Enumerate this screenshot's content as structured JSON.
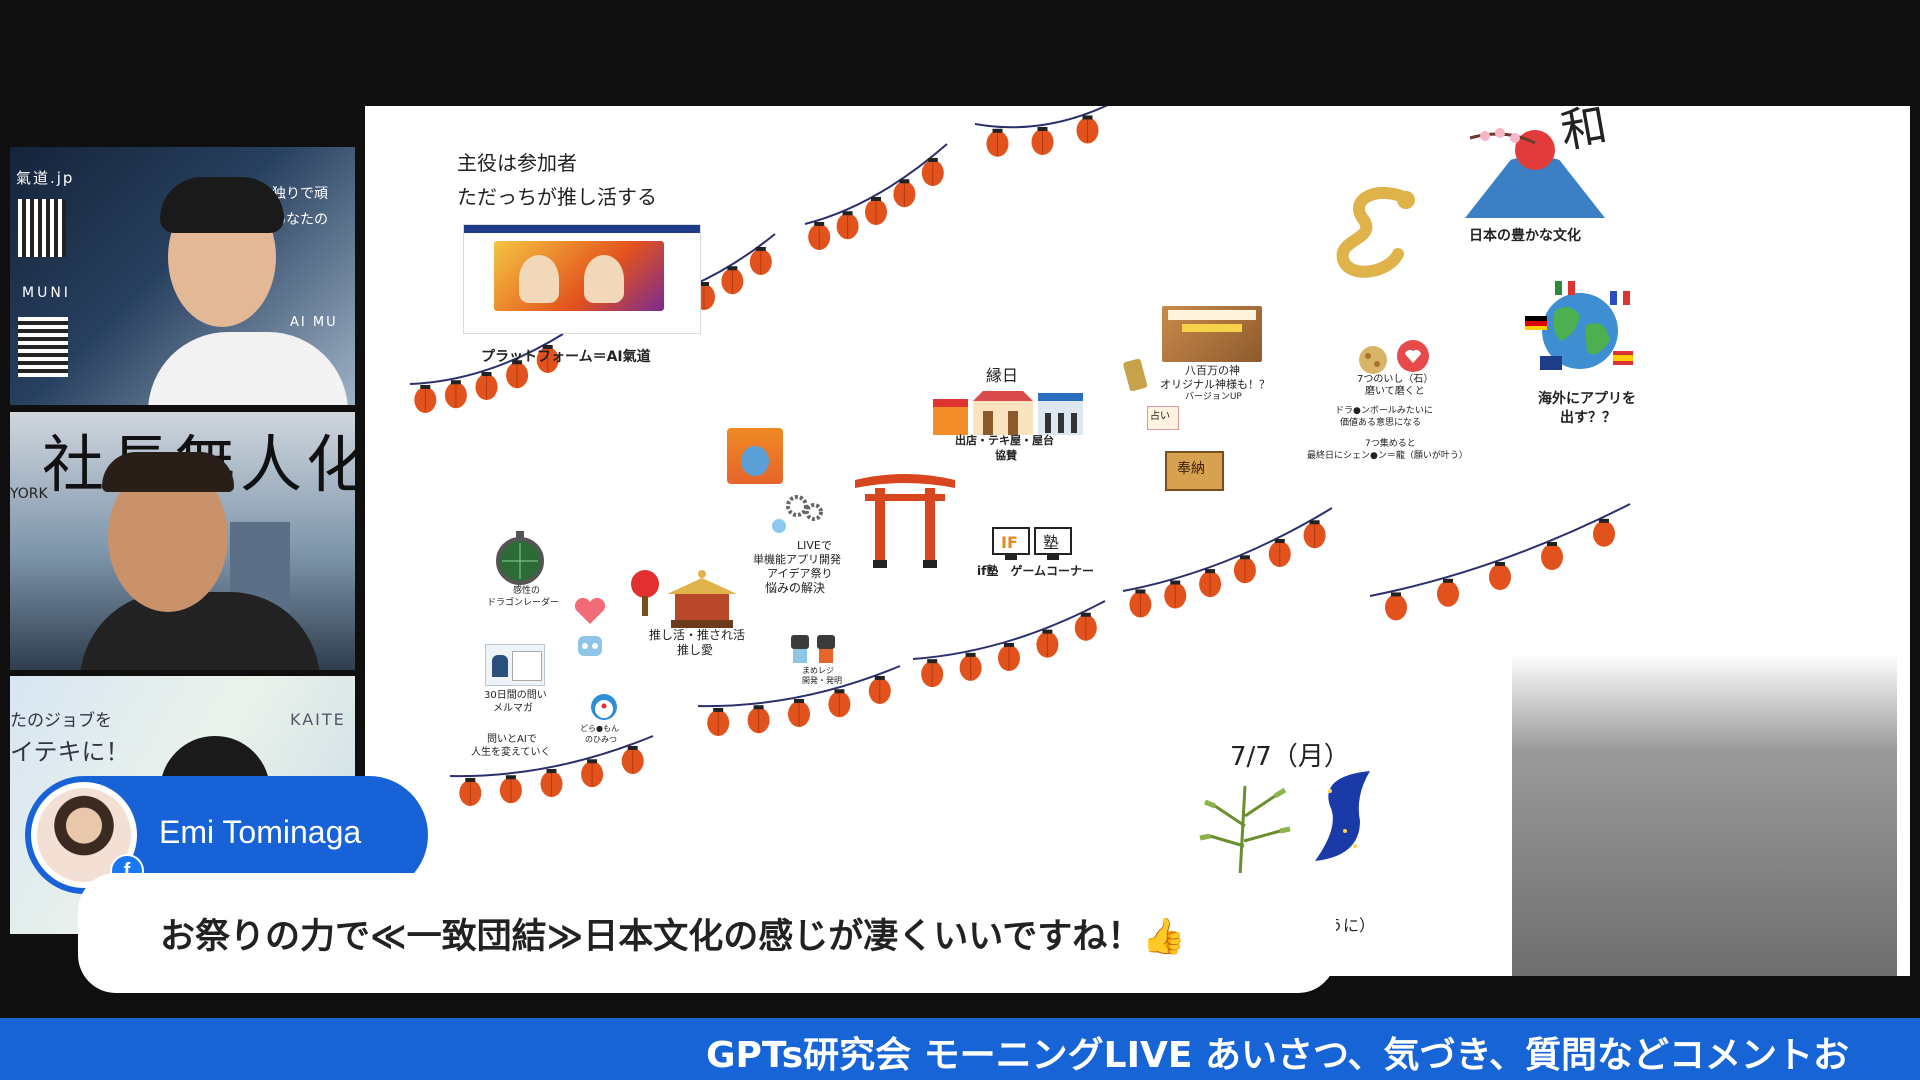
{
  "whiteboard": {
    "intro_line1": "主役は参加者",
    "intro_line2": "ただっちが推し活する",
    "platform_label": "プラットフォーム＝AI氣道",
    "ennichi_label": "縁日",
    "stalls_label_1": "出店・テキ屋・屋台",
    "stalls_label_2": "協賛",
    "yaoyorozu_1": "八百万の神",
    "yaoyorozu_2": "オリジナル神様も！？",
    "yaoyorozu_3": "バージョンUP",
    "omikuji_label": "占い",
    "hounou_label": "奉納",
    "seven_stones_1": "7つのいし（石）",
    "seven_stones_2": "磨いて磨くと",
    "dragonball_1": "ドラ●ンボールみたいに",
    "dragonball_2": "価値ある意思になる",
    "collect_1": "7つ集めると",
    "collect_2": "最終日にシェン●ン＝龍（願いが叶う）",
    "japan_culture": "日本の豊かな文化",
    "kanji_wa": "和",
    "overseas_1": "海外にアプリを",
    "overseas_2": "出す？？",
    "dragon_radar_1": "感性の",
    "dragon_radar_2": "ドラゴンレーダー",
    "live_1": "LIVEで",
    "live_2": "単機能アプリ開発",
    "live_3": "アイデア祭り",
    "live_4": "悩みの解決",
    "oshikatsu_1": "推し活・推され活",
    "oshikatsu_2": "推し愛",
    "if_corner": "if塾　ゲームコーナー",
    "if_screen_1": "IF",
    "if_screen_2": "塾",
    "mailmag_1": "30日間の問い",
    "mailmag_2": "メルマガ",
    "ai_life_1": "問いとAIで",
    "ai_life_2": "人生を変えていく",
    "doraemon_1": "どら●もん",
    "doraemon_2": "のひみつ",
    "robot_1": "まめレジ",
    "robot_2": "開発・発明",
    "date": "7/7（月）",
    "partial_text": "うに）"
  },
  "participants": {
    "tile1_brand": "氣道.jp",
    "tile1_side_1": "独りで頑",
    "tile1_side_2": "あなたの",
    "tile1_muni": "MUNI",
    "tile1_aimu": "AI MU",
    "tile2_banner": "社長無人化",
    "tile2_york": "YORK",
    "tile3_line1": "たのジョブを",
    "tile3_line2": "イテキに！",
    "tile3_brand": "KAITE"
  },
  "comment": {
    "author": "Emi Tominaga",
    "text": "お祭りの力で≪一致団結≫日本文化の感じが凄くいいですね！👍"
  },
  "ticker": {
    "text": "GPTs研究会 モーニングLIVE あいさつ、気づき、質問などコメントお"
  },
  "colors": {
    "lantern": "#e2521c",
    "string": "#2b2f6b",
    "ticker_bg": "#1764d6",
    "name_pill": "#1762d7"
  }
}
